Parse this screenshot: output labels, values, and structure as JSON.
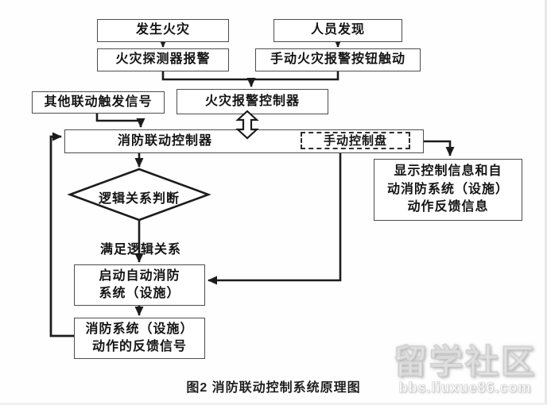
{
  "diagram": {
    "caption": "图2 消防联动控制系统原理图",
    "nodes": {
      "fire_occurs": "发生火灾",
      "person_found": "人员发现",
      "detector_alarm": "火灾探测器报警",
      "manual_button": "手动火灾报警按钮触动",
      "other_trigger": "其他联动触发信号",
      "alarm_controller": "火灾报警控制器",
      "linkage_controller": "消防联动控制器",
      "manual_panel": "手动控制盘",
      "display_info": [
        "显示控制信息和自",
        "动消防系统（设施）",
        "动作反馈信息"
      ],
      "logic_judgment": "逻辑关系判断",
      "condition_label": "满足逻辑关系",
      "start_system": [
        "启动自动消防",
        "系统（设施）"
      ],
      "feedback_signal": [
        "消防系统（设施）",
        "动作的反馈信号"
      ]
    },
    "watermark": {
      "title": "留学社区",
      "url": "bbs.liuxue86.com"
    },
    "colors": {
      "line": "#1c1c1c",
      "box_border": "#4d4d4d",
      "text": "#141414",
      "background": "#ffffff"
    }
  }
}
